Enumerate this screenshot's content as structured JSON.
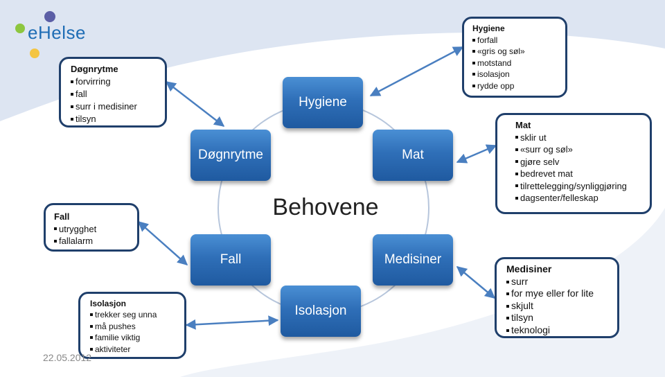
{
  "logo": {
    "text": "eHelse"
  },
  "center": {
    "label": "Behovene"
  },
  "nodes": {
    "hygiene": "Hygiene",
    "mat": "Mat",
    "medisiner": "Medisiner",
    "isolasjon": "Isolasjon",
    "fall": "Fall",
    "dognrytme": "Døgnrytme"
  },
  "boxes": {
    "hygiene": {
      "title": "Hygiene",
      "items": [
        "forfall",
        "«gris og søl»",
        "motstand",
        "isolasjon",
        "rydde opp"
      ]
    },
    "mat": {
      "title": "Mat",
      "items": [
        "sklir ut",
        "«surr og søl»",
        "gjøre selv",
        "bedrevet mat",
        "tilrettelegging/synliggjøring",
        "dagsenter/felleskap"
      ]
    },
    "medisiner": {
      "title": "Medisiner",
      "items": [
        "surr",
        "for mye eller for lite",
        "skjult",
        "tilsyn",
        "teknologi"
      ]
    },
    "isolasjon": {
      "title": "Isolasjon",
      "items": [
        "trekker seg unna",
        "må pushes",
        "familie viktig",
        "aktiviteter"
      ]
    },
    "fall": {
      "title": "Fall",
      "items": [
        "utrygghet",
        "fallalarm"
      ]
    },
    "dognrytme": {
      "title": "Døgnrytme",
      "items": [
        "forvirring",
        "fall",
        "surr i medisiner",
        "tilsyn"
      ]
    }
  },
  "footer": {
    "date": "22.05.2012"
  },
  "colors": {
    "node": "#2f6fb8",
    "arrow": "#4a7fc0",
    "box_border": "#1f3f6b",
    "swoosh": "#dde5f2"
  }
}
